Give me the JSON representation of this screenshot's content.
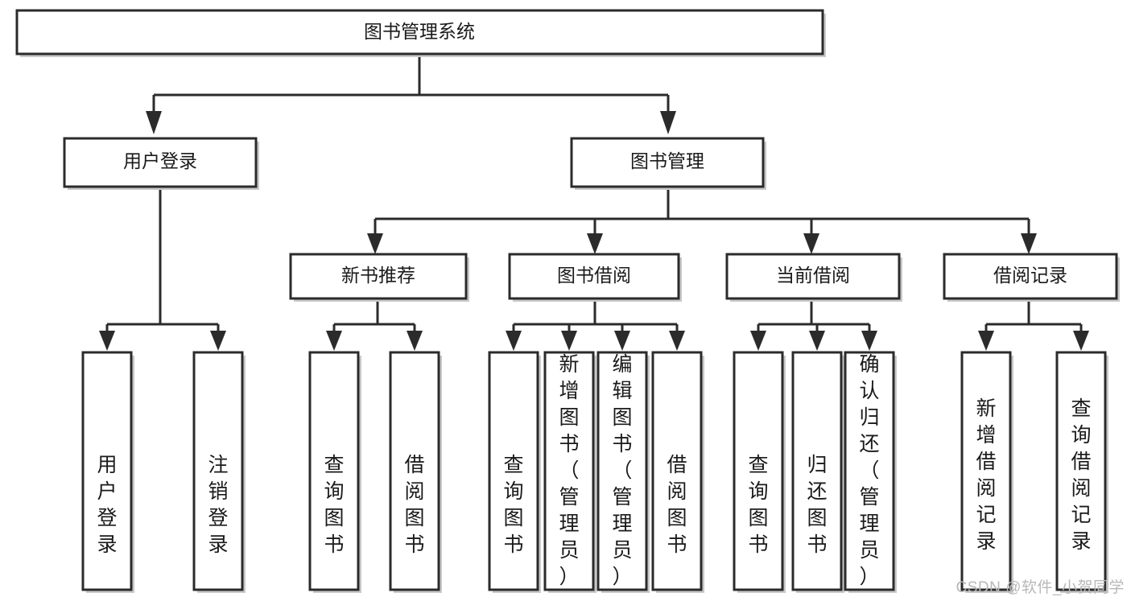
{
  "diagram": {
    "title": "图书管理系统",
    "type": "tree",
    "watermark": "CSDN @软件_小贺同学",
    "colors": {
      "box_stroke": "#2b2b2b",
      "box_fill": "#ffffff",
      "text": "#1a1a1a",
      "shadow": "#c9c9c9",
      "watermark": "#b8b8b8",
      "background": "#ffffff"
    },
    "root": {
      "id": "root",
      "label": "图书管理系统"
    },
    "level2": [
      {
        "id": "user-login",
        "label": "用户登录"
      },
      {
        "id": "book-management",
        "label": "图书管理"
      }
    ],
    "level3": [
      {
        "id": "new-book-recommend",
        "label": "新书推荐",
        "parent": "book-management"
      },
      {
        "id": "book-borrow",
        "label": "图书借阅",
        "parent": "book-management"
      },
      {
        "id": "current-borrow",
        "label": "当前借阅",
        "parent": "book-management"
      },
      {
        "id": "borrow-record",
        "label": "借阅记录",
        "parent": "book-management"
      }
    ],
    "leaves": [
      {
        "id": "leaf-user-login",
        "label": "用户登录",
        "parent": "user-login"
      },
      {
        "id": "leaf-user-logout",
        "label": "注销登录",
        "parent": "user-login"
      },
      {
        "id": "leaf-query-book-1",
        "label": "查询图书",
        "parent": "new-book-recommend"
      },
      {
        "id": "leaf-borrow-book-1",
        "label": "借阅图书",
        "parent": "new-book-recommend"
      },
      {
        "id": "leaf-query-book-2",
        "label": "查询图书",
        "parent": "book-borrow"
      },
      {
        "id": "leaf-add-book",
        "label": "新增图书（管理员）",
        "parent": "book-borrow"
      },
      {
        "id": "leaf-edit-book",
        "label": "编辑图书（管理员）",
        "parent": "book-borrow"
      },
      {
        "id": "leaf-borrow-book-2",
        "label": "借阅图书",
        "parent": "book-borrow"
      },
      {
        "id": "leaf-query-book-3",
        "label": "查询图书",
        "parent": "current-borrow"
      },
      {
        "id": "leaf-return-book",
        "label": "归还图书",
        "parent": "current-borrow"
      },
      {
        "id": "leaf-confirm-return",
        "label": "确认归还（管理员）",
        "parent": "current-borrow"
      },
      {
        "id": "leaf-add-record",
        "label": "新增借阅记录",
        "parent": "borrow-record"
      },
      {
        "id": "leaf-query-record",
        "label": "查询借阅记录",
        "parent": "borrow-record"
      }
    ]
  }
}
